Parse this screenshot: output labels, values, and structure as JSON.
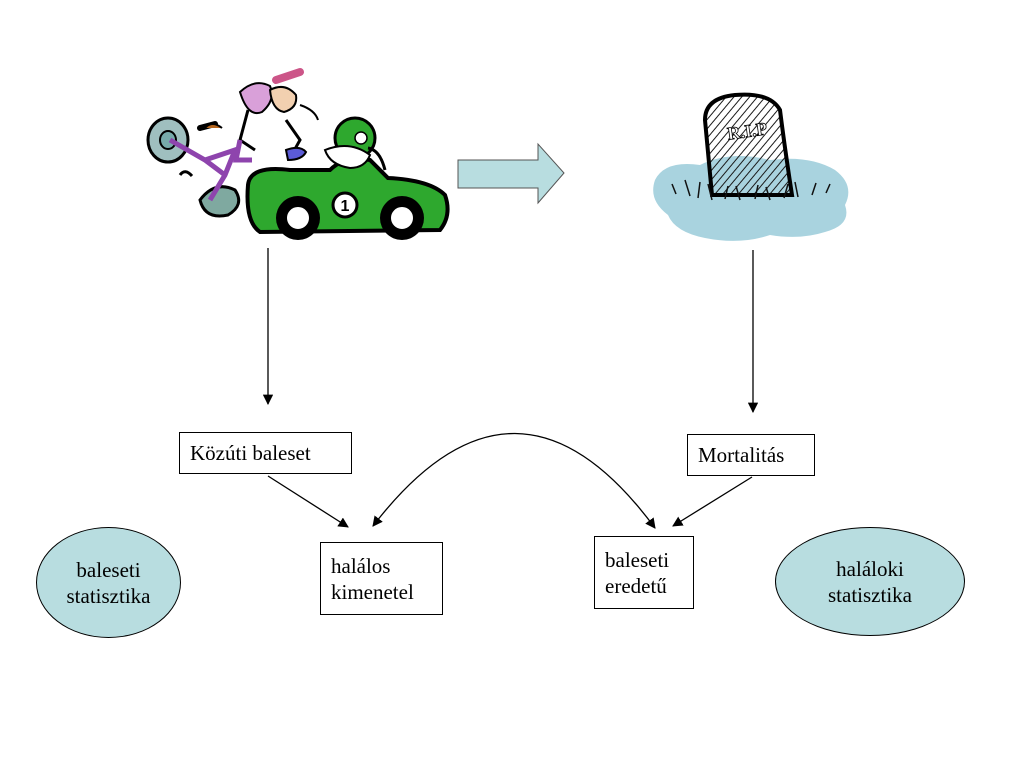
{
  "nodes": {
    "road_accident": "Közúti baleset",
    "mortality": "Mortalitás",
    "fatal_outcome": [
      "halálos",
      "kimenetel"
    ],
    "accident_origin": [
      "baleseti",
      "eredetű"
    ],
    "accident_statistics": [
      "baleseti",
      "statisztika"
    ],
    "death_statistics": [
      "haláloki",
      "statisztika"
    ]
  },
  "illustrations": {
    "left": "car-bike-crash-illustration",
    "right": "tombstone-illustration",
    "tombstone_text": "R.I.P"
  },
  "colors": {
    "oval_fill": "#b8dde0",
    "arrow_fill": "#b8dde0",
    "car_green": "#2ea82e",
    "ground_blue": "#a9d3df",
    "stone_gray": "#555555"
  }
}
